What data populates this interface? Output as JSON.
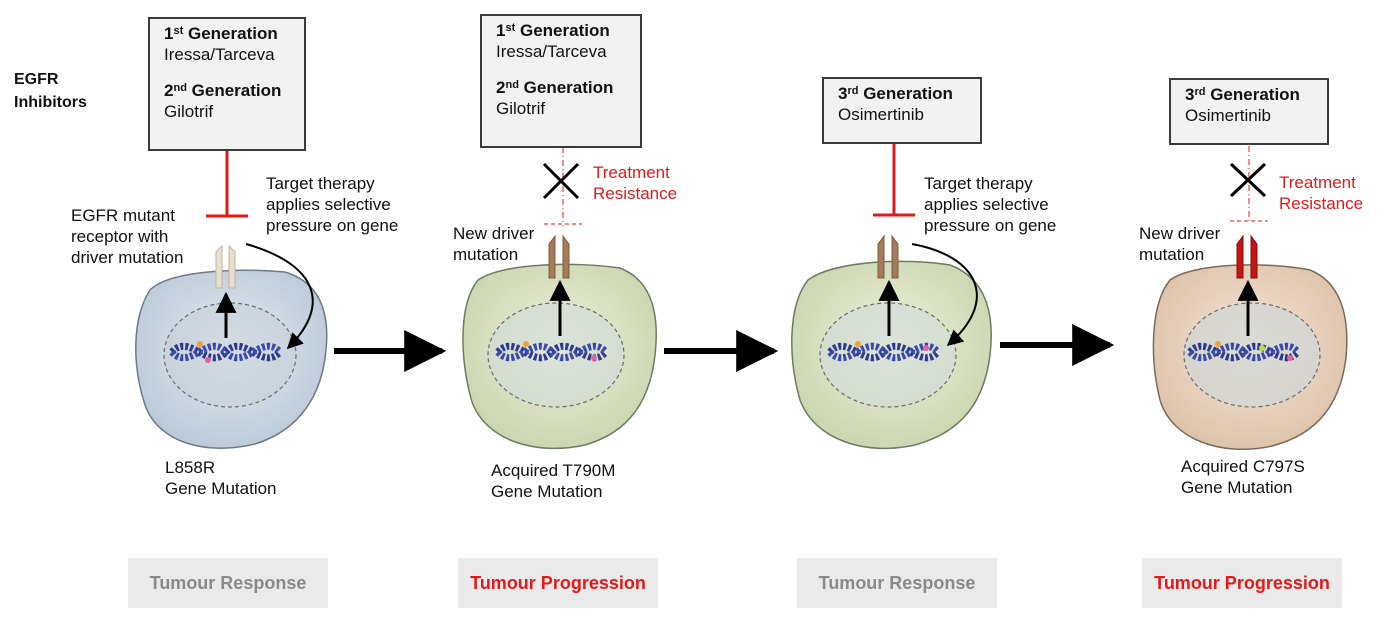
{
  "inhibitors_label": "EGFR\nInhibitors",
  "stages": [
    {
      "generations": [
        {
          "ordinal": "1",
          "suffix": "st",
          "word": "Generation",
          "drug": "Iressa/Tarceva"
        },
        {
          "ordinal": "2",
          "suffix": "nd",
          "word": "Generation",
          "drug": "Gilotrif"
        }
      ],
      "receptor_label": "EGFR mutant\nreceptor with\ndriver mutation",
      "pressure_label": "Target therapy\napplies selective\npressure on gene",
      "mutation_label": "L858R\nGene Mutation",
      "outcome": "Tumour Response"
    },
    {
      "generations": [
        {
          "ordinal": "1",
          "suffix": "st",
          "word": "Generation",
          "drug": "Iressa/Tarceva"
        },
        {
          "ordinal": "2",
          "suffix": "nd",
          "word": "Generation",
          "drug": "Gilotrif"
        }
      ],
      "resistance_label": "Treatment\nResistance",
      "driver_label": "New driver\nmutation",
      "mutation_label": "Acquired T790M\nGene Mutation",
      "outcome": "Tumour Progression"
    },
    {
      "generations": [
        {
          "ordinal": "3",
          "suffix": "rd",
          "word": "Generation",
          "drug": "Osimertinib"
        }
      ],
      "pressure_label": "Target therapy\napplies selective\npressure on gene",
      "outcome": "Tumour Response"
    },
    {
      "generations": [
        {
          "ordinal": "3",
          "suffix": "rd",
          "word": "Generation",
          "drug": "Osimertinib"
        }
      ],
      "resistance_label": "Treatment\nResistance",
      "driver_label": "New driver\nmutation",
      "mutation_label": "Acquired C797S\nGene Mutation",
      "outcome": "Tumour Progression"
    }
  ],
  "colors": {
    "inhibition": "#e31a1a",
    "resistance": "#e31a1a",
    "receptor_wildtype": "#e8e0cc",
    "receptor_t790m": "#a47c5a",
    "receptor_c797s": "#c41414",
    "cell_1": "#cfd8e2",
    "cell_2": "#dfe6c8",
    "cell_3": "#dfe6c8",
    "cell_4": "#ecd8c4",
    "dna": "#2e3a8c",
    "progression_text": "#e31a1a",
    "response_text": "#8a8a8a"
  }
}
